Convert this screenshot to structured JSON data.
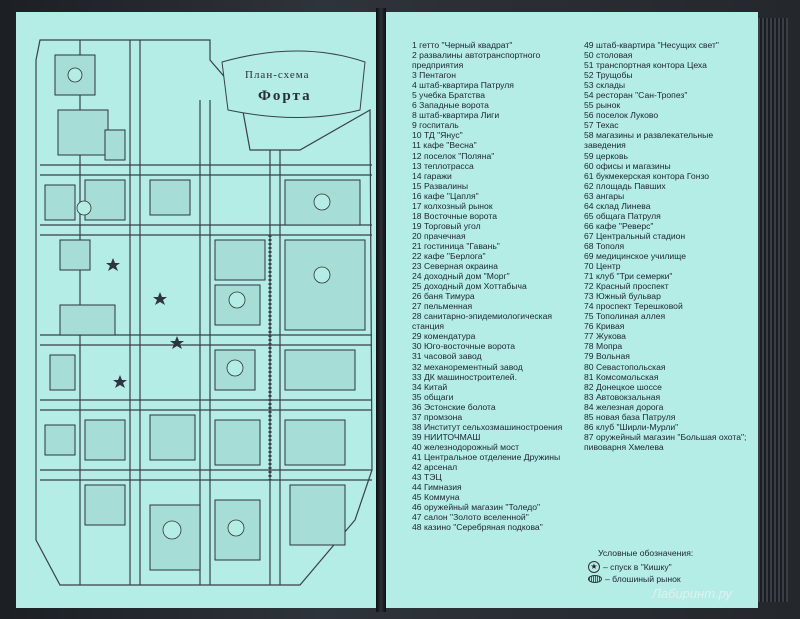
{
  "map": {
    "title_top": "План-схема",
    "title_main": "Форта"
  },
  "legend_left": [
    "1 гетто \"Черный квадрат\"",
    "2 развалины автотранспортного предприятия",
    "3 Пентагон",
    "4 штаб-квартира Патруля",
    "5 учебка Братства",
    "6 Западные ворота",
    "8 штаб-квартира Лиги",
    "9 госпиталь",
    "10 ТД \"Янус\"",
    "11 кафе \"Весна\"",
    "12 поселок \"Поляна\"",
    "13 теплотрасса",
    "14 гаражи",
    "15 Развалины",
    "16 кафе \"Цапля\"",
    "17 колхозный рынок",
    "18 Восточные ворота",
    "19 Торговый угол",
    "20 прачечная",
    "21 гостиница \"Гавань\"",
    "22 кафе \"Берлога\"",
    "23 Северная окраина",
    "24 доходный дом \"Морг\"",
    "25 доходный дом Хоттабыча",
    "26 баня Тимура",
    "27 пельменная",
    "28 санитарно-эпидемиологическая станция",
    "29 комендатура",
    "30 Юго-восточные ворота",
    "31 часовой завод",
    "32 механорементный завод",
    "33 ДК машиностроителей.",
    "34 Китай",
    "35 общаги",
    "36 Эстонские болота",
    "37 промзона",
    "38 Институт сельхозмашиностроения",
    "39 НИИТОЧМАШ",
    "40 железнодорожный мост",
    "41 Центральное отделение Дружины",
    "42 арсенал",
    "43 ТЭЦ",
    "44 Гимназия",
    "45 Коммуна",
    "46 оружейный магазин \"Толедо\"",
    "47 салон \"Золото вселенной\"",
    "48 казино \"Серебряная подкова\""
  ],
  "legend_right": [
    "49 штаб-квартира \"Несущих свет\"",
    "50 столовая",
    "51 транспортная контора Цеха",
    "52 Трущобы",
    "53 склады",
    "54 ресторан \"Сан-Тропез\"",
    "55 рынок",
    "56 поселок Луково",
    "57 Техас",
    "58 магазины и развлекательные заведения",
    "59 церковь",
    "60 офисы и магазины",
    "61 букмекерская контора Гонзо",
    "62 площадь Павших",
    "63 ангары",
    "64 склад Линева",
    "65 общага Патруля",
    "66 кафе \"Реверс\"",
    "67 Центральный стадион",
    "68 Тополя",
    "69 медицинское училище",
    "70 Центр",
    "71 клуб \"Три семерки\"",
    "72 Красный проспект",
    "73 Южный бульвар",
    "74 проспект Терешковой",
    "75 Тополиная аллея",
    "76 Кривая",
    "77 Жукова",
    "78 Мопра",
    "79 Вольная",
    "80 Севастопольская",
    "81 Комсомольская",
    "82 Донецкое шоссе",
    "83 Автовокзальная",
    "84 железная дорога",
    "85 новая база Патруля",
    "86 клуб \"Ширли-Мурли\"",
    "87 оружейный магазин \"Большая охота\"; пивоварня Хмелева"
  ],
  "conventions": {
    "title": "Условные обозначения:",
    "star": "– спуск в \"Кишку\"",
    "oval": "– блошиный рынок"
  },
  "watermark": "Лабиринт.ру"
}
